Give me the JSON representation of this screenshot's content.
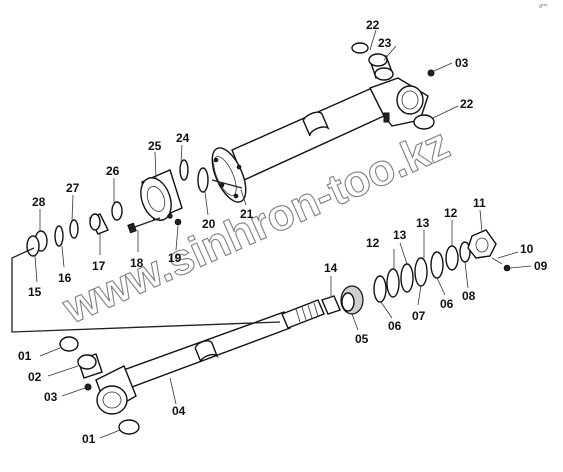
{
  "watermark": "www.sinhron-too.kz",
  "corner_code": "d***",
  "part_labels": {
    "p22_top": "22",
    "p23": "23",
    "p03_top": "03",
    "p22_right": "22",
    "p24": "24",
    "p25": "25",
    "p26": "26",
    "p27": "27",
    "p28": "28",
    "p20": "20",
    "p21": "21",
    "p11": "11",
    "p12_right": "12",
    "p13_right": "13",
    "p12_mid": "12",
    "p13_mid": "13",
    "p10": "10",
    "p09": "09",
    "p14": "14",
    "p15": "15",
    "p16": "16",
    "p17": "17",
    "p18": "18",
    "p19": "19",
    "p05": "05",
    "p06_left": "06",
    "p07": "07",
    "p06_right": "06",
    "p08": "08",
    "p01_top": "01",
    "p02": "02",
    "p03_bottom": "03",
    "p04": "04",
    "p01_bottom": "01"
  }
}
